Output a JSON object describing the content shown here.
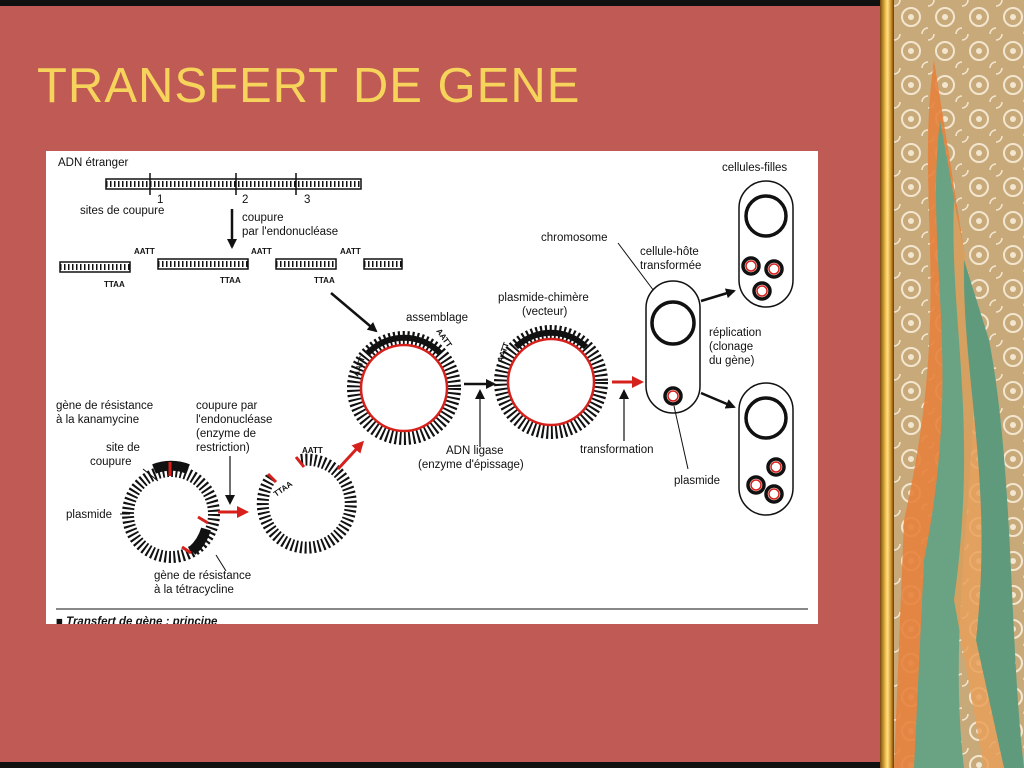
{
  "slide": {
    "title": "TRANSFERT DE GENE"
  },
  "colors": {
    "slide_background": "#c05a55",
    "title": "#f6d35a",
    "figure_background": "#ffffff",
    "accent_red": "#d6201b",
    "ink": "#111111"
  },
  "figure": {
    "labels": {
      "adn_etranger": "ADN étranger",
      "site_1": "1",
      "site_2": "2",
      "site_3": "3",
      "sites_de_coupure": "sites de coupure",
      "coupure_line1": "coupure",
      "coupure_line2": "par l'endonucléase",
      "aatt_1": "AATT",
      "aatt_2": "AATT",
      "aatt_3": "AATT",
      "ttaa_1": "TTAA",
      "ttaa_2": "TTAA",
      "ttaa_3": "TTAA",
      "assemblage": "assemblage",
      "plasmide_chimere_line1": "plasmide-chimère",
      "plasmide_chimere_line2": "(vecteur)",
      "chromosome": "chromosome",
      "cellule_hote_line1": "cellule-hôte",
      "cellule_hote_line2": "transformée",
      "cellules_filles": "cellules-filles",
      "replication_line1": "réplication",
      "replication_line2": "(clonage",
      "replication_line3": "du gène)",
      "resistance_kana_line1": "gène de résistance",
      "resistance_kana_line2": "à la kanamycine",
      "coupure_par_line1": "coupure par",
      "coupure_par_line2": "l'endonucléase",
      "coupure_par_line3": "(enzyme de",
      "coupure_par_line4": "restriction)",
      "site_de_line1": "site de",
      "site_de_line2": "coupure",
      "plasmide_left": "plasmide",
      "resistance_tetra_line1": "gène de résistance",
      "resistance_tetra_line2": "à la tétracycline",
      "adn_ligase_line1": "ADN ligase",
      "adn_ligase_line2": "(enzyme d'épissage)",
      "transformation": "transformation",
      "plasmide_right": "plasmide",
      "caption": "■ Transfert de gène : principe"
    }
  }
}
